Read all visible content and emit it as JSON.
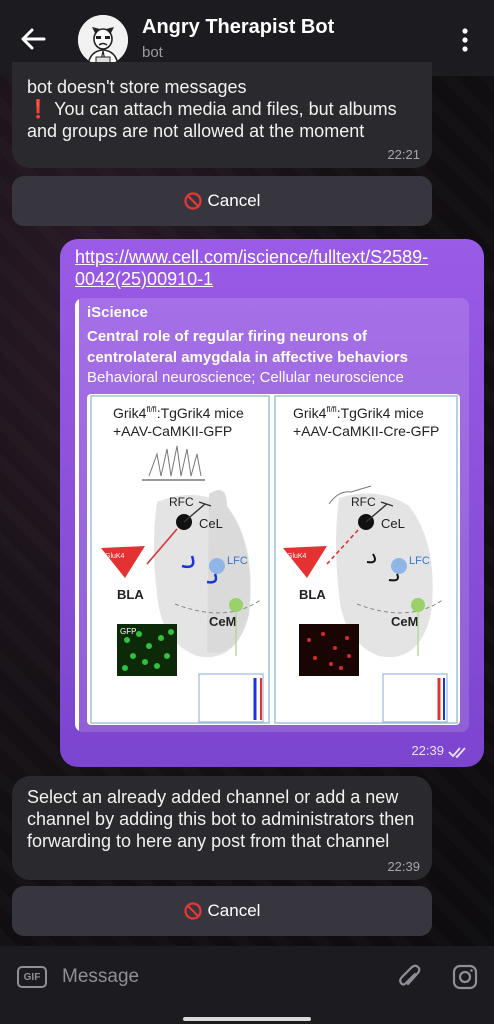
{
  "header": {
    "title": "Angry Therapist Bot",
    "subtitle": "bot"
  },
  "messages": {
    "top_text_line1": "bot doesn't store messages",
    "top_text_line2": "You can attach media and files, but albums and groups are not allowed at the moment",
    "top_time": "22:21",
    "cancel_label_1": "Cancel",
    "out_link": "https://www.cell.com/iscience/fulltext/S2589-0042(25)00910-1",
    "preview_site": "iScience",
    "preview_title": "Central role of regular firing neurons of centrolateral amygdala in affective behaviors",
    "preview_desc": "Behavioral neuroscience; Cellular neuroscience",
    "out_time": "22:39",
    "bottom_text": "Select an already added channel or add a new channel by adding this bot to administrators then forwarding to here any post from that channel",
    "bottom_time": "22:39",
    "cancel_label_2": "Cancel"
  },
  "figure": {
    "left_title_a": "Grik4",
    "left_title_sup": "fl/fl",
    "left_title_b": ":TgGrik4 mice",
    "left_sub": "+AAV-CaMKII-GFP",
    "right_title_a": "Grik4",
    "right_title_sup": "fl/fl",
    "right_title_b": ":TgGrik4 mice",
    "right_sub": "+AAV-CaMKII-Cre-GFP",
    "rfc": "RFC",
    "cel": "CeL",
    "lfc": "LFC",
    "bla": "BLA",
    "cem": "CeM",
    "glu": "GluK4",
    "gfp": "GFP"
  },
  "input": {
    "placeholder": "Message",
    "gif_label": "GIF"
  },
  "icons": {
    "back": "arrow-left-icon",
    "more": "more-vertical-icon",
    "ban": "no-entry-icon",
    "warning": "exclamation-icon",
    "read": "double-check-icon",
    "attach": "paperclip-icon",
    "camera": "instagram-camera-icon"
  },
  "colors": {
    "outgoing_bubble": "#8a4fd8",
    "incoming_bubble": "#2a2a2e",
    "header_bg": "#1c1b1f"
  }
}
